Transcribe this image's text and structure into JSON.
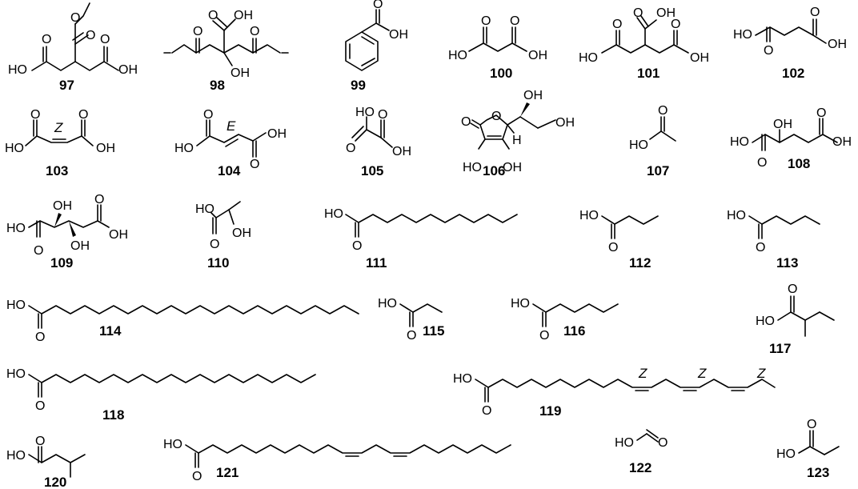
{
  "atoms": {
    "oh": "OH",
    "ho": "HO",
    "o": "O",
    "h": "H"
  },
  "stereo": {
    "z": "Z",
    "e": "E"
  },
  "compounds": [
    {
      "number": "97"
    },
    {
      "number": "98"
    },
    {
      "number": "99"
    },
    {
      "number": "100"
    },
    {
      "number": "101"
    },
    {
      "number": "102"
    },
    {
      "number": "103"
    },
    {
      "number": "104"
    },
    {
      "number": "105"
    },
    {
      "number": "106"
    },
    {
      "number": "107"
    },
    {
      "number": "108"
    },
    {
      "number": "109"
    },
    {
      "number": "110"
    },
    {
      "number": "111"
    },
    {
      "number": "112"
    },
    {
      "number": "113"
    },
    {
      "number": "114"
    },
    {
      "number": "115"
    },
    {
      "number": "116"
    },
    {
      "number": "117"
    },
    {
      "number": "118"
    },
    {
      "number": "119"
    },
    {
      "number": "120"
    },
    {
      "number": "121"
    },
    {
      "number": "122"
    },
    {
      "number": "123"
    }
  ]
}
